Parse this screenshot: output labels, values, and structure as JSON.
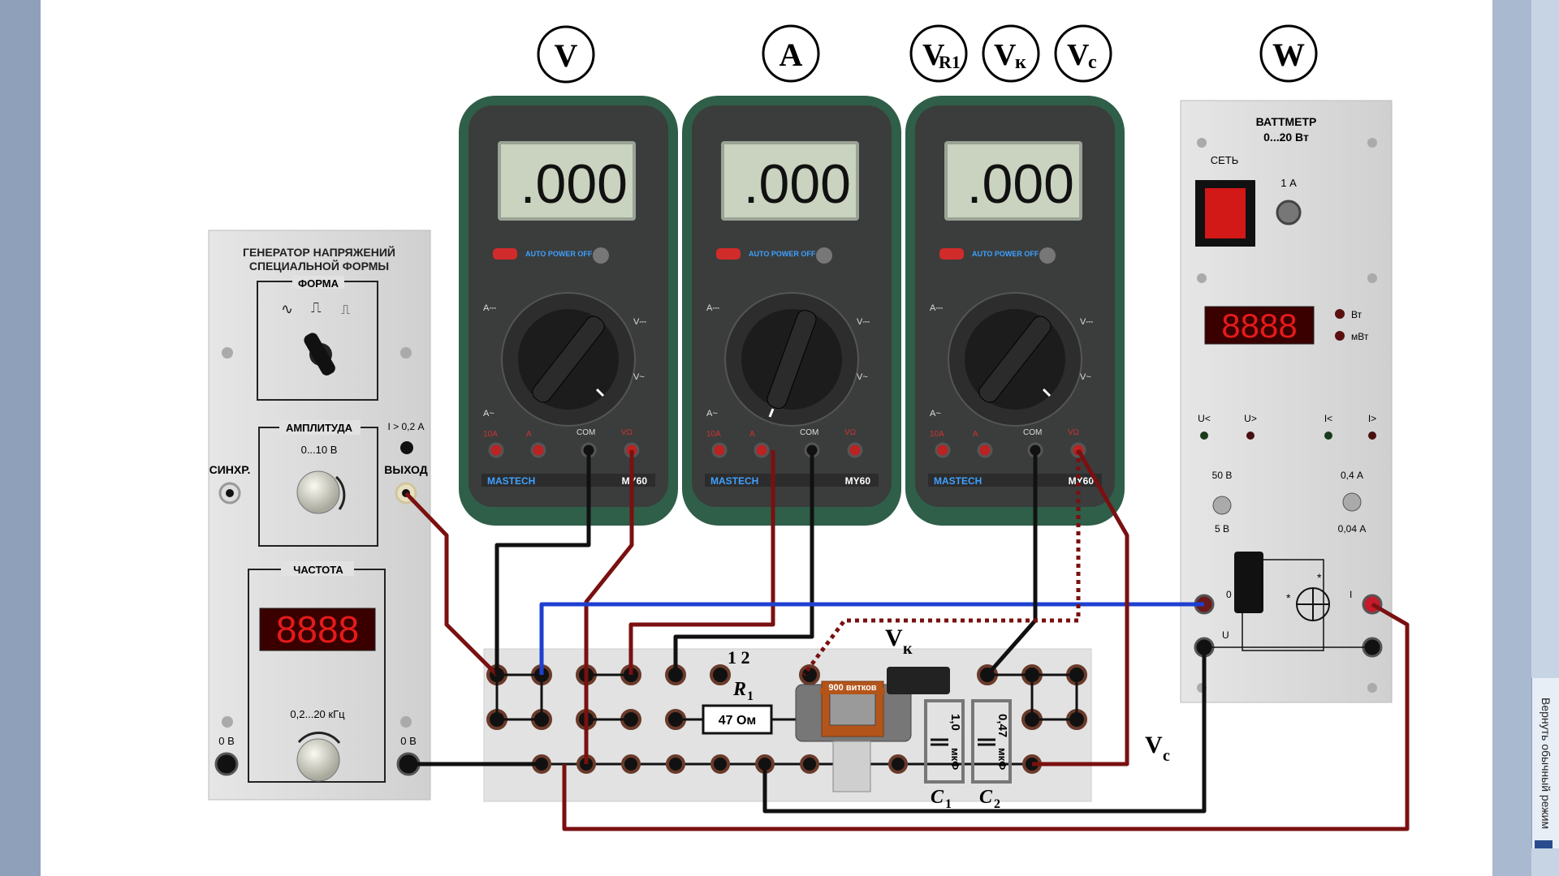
{
  "meter_labels": {
    "voltmeter": "V",
    "ammeter": "A",
    "v_r1_main": "V",
    "v_r1_sub": "R1",
    "v_k_main": "V",
    "v_k_sub": "к",
    "v_c_main": "V",
    "v_c_sub": "c",
    "wattmeter": "W"
  },
  "multimeters": [
    {
      "display": ".000",
      "brand": "MASTECH",
      "model": "MY60",
      "auto_off": "AUTO POWER OFF",
      "com": "COM",
      "ten_a": "10A",
      "a": "A",
      "vohm": "VΩ"
    },
    {
      "display": ".000",
      "brand": "MASTECH",
      "model": "MY60",
      "auto_off": "AUTO POWER OFF",
      "com": "COM",
      "ten_a": "10A",
      "a": "A",
      "vohm": "VΩ"
    },
    {
      "display": ".000",
      "brand": "MASTECH",
      "model": "MY60",
      "auto_off": "AUTO POWER OFF",
      "com": "COM",
      "ten_a": "10A",
      "a": "A",
      "vohm": "VΩ"
    }
  ],
  "generator": {
    "title_line1": "ГЕНЕРАТОР НАПРЯЖЕНИЙ",
    "title_line2": "СПЕЦИАЛЬНОЙ ФОРМЫ",
    "form_label": "ФОРМА",
    "amplitude_label": "АМПЛИТУДА",
    "amplitude_range": "0...10 В",
    "overcurrent_label": "I > 0,2 А",
    "sync_label": "СИНХР.",
    "output_label": "ВЫХОД",
    "frequency_label": "ЧАСТОТА",
    "frequency_display": "8888",
    "frequency_range": "0,2...20 кГц",
    "ground_left": "0 В",
    "ground_right": "0 В"
  },
  "wattmeter": {
    "title_line1": "ВАТТМЕТР",
    "title_line2": "0...20 Вт",
    "power_label": "СЕТЬ",
    "fuse_label": "1 А",
    "display": "8888",
    "unit_w": "Вт",
    "unit_mw": "мВт",
    "ind_u_low": "U<",
    "ind_u_high": "U>",
    "ind_i_low": "I<",
    "ind_i_high": "I>",
    "voltage_range_high": "50 В",
    "voltage_range_low": "5 В",
    "current_range_high": "0,4 А",
    "current_range_low": "0,04 А",
    "terminal_zero": "0",
    "terminal_i": "I",
    "terminal_u": "U",
    "star": "*"
  },
  "board": {
    "r1_pins": "1 2",
    "r1_label": "R",
    "r1_sub": "1",
    "resistor_value": "47 Ом",
    "inductor_label": "900 витков",
    "c1_value": "1,0",
    "c2_value": "0,47",
    "cap_unit": "мкФ",
    "c1_label": "C",
    "c1_sub": "1",
    "c2_label": "C",
    "c2_sub": "2",
    "vk_label": "V",
    "vk_sub": "к",
    "vc_label": "V",
    "vc_sub": "c"
  },
  "sidebar": {
    "return_label": "Вернуть обычный режим"
  },
  "colors": {
    "wire_red": "#7a1010",
    "wire_black": "#111111",
    "wire_blue": "#1f3fd0",
    "meter_body": "#2f5e49",
    "lcd": "#c9d3bf",
    "led_red": "#d01818"
  }
}
